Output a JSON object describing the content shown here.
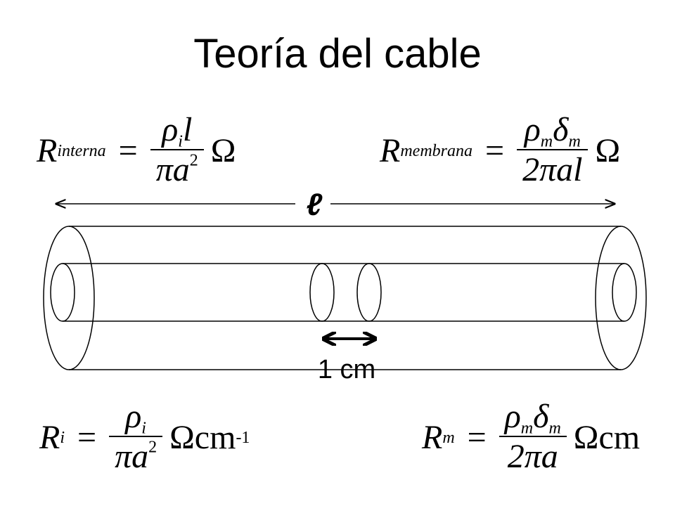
{
  "title": "Teoría del cable",
  "labels": {
    "length": "ℓ",
    "segment": "1 cm"
  },
  "equations": {
    "r_interna": {
      "lhs": "R",
      "lhs_sub": "interna",
      "equals": "=",
      "num_rho": "ρ",
      "num_sub": "i",
      "num_tail": "l",
      "den": "πa",
      "den_sup": "2",
      "unit": "Ω"
    },
    "r_membrana": {
      "lhs": "R",
      "lhs_sub": "membrana",
      "equals": "=",
      "num_rho": "ρ",
      "num_sub1": "m",
      "num_delta": "δ",
      "num_sub2": "m",
      "den": "2πal",
      "unit": "Ω"
    },
    "r_i": {
      "lhs": "R",
      "lhs_sub": "i",
      "equals": "=",
      "num_rho": "ρ",
      "num_sub": "i",
      "den": "πa",
      "den_sup": "2",
      "unit": "Ωcm",
      "unit_sup": "-1"
    },
    "r_m": {
      "lhs": "R",
      "lhs_sub": "m",
      "equals": "=",
      "num_rho": "ρ",
      "num_sub1": "m",
      "num_delta": "δ",
      "num_sub2": "m",
      "den": "2πa",
      "unit": "Ωcm"
    }
  }
}
